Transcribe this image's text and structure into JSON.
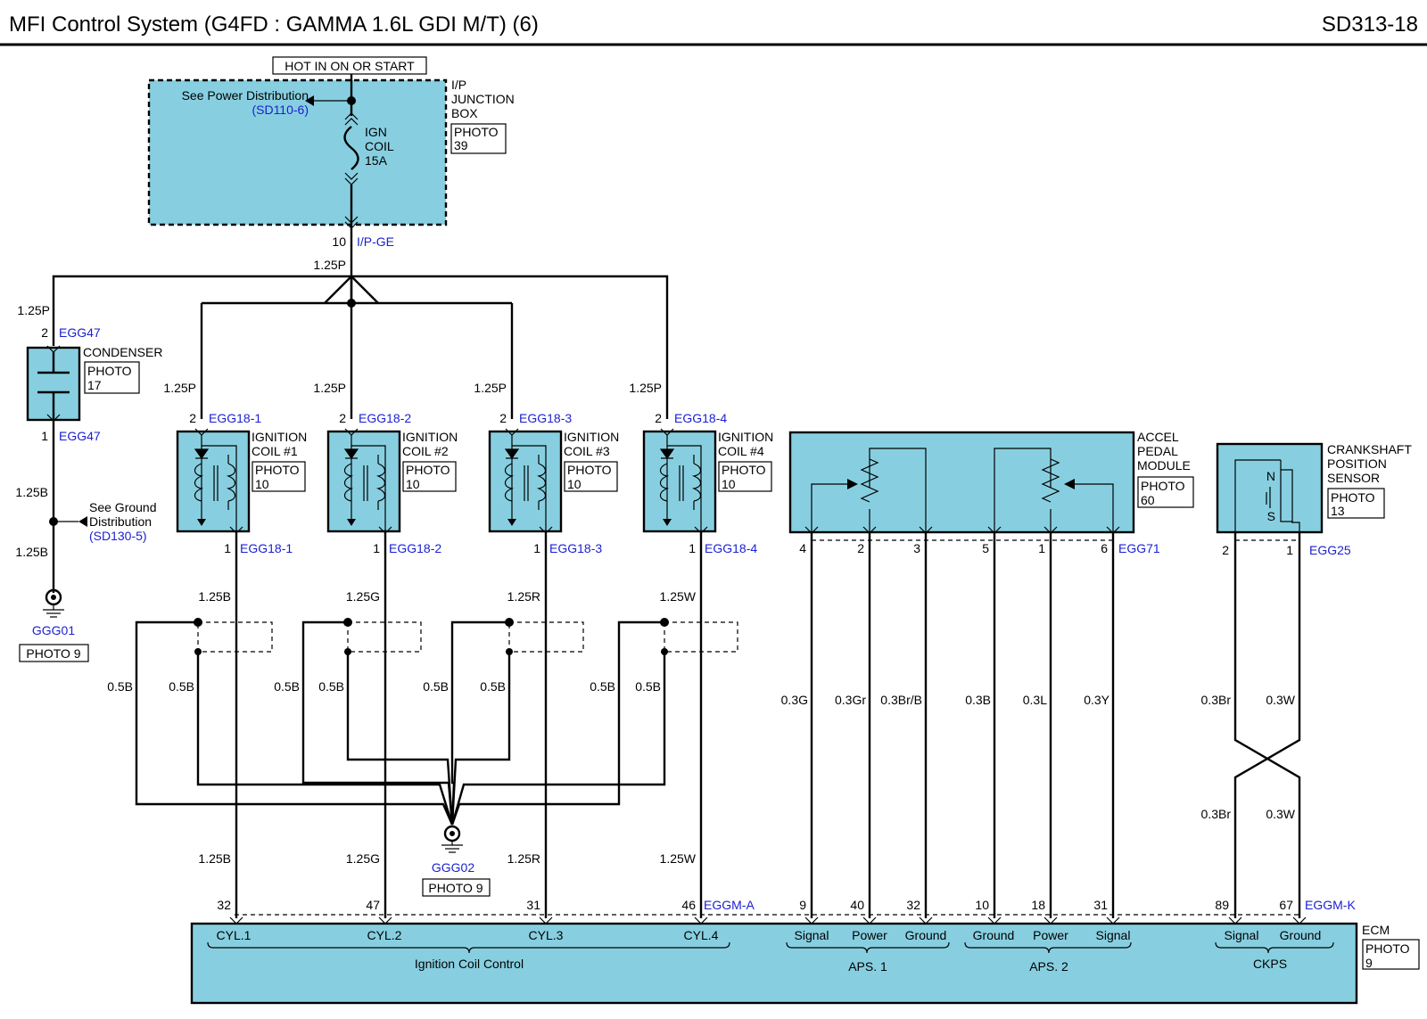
{
  "title": "MFI Control System (G4FD : GAMMA 1.6L GDI M/T) (6)",
  "code": "SD313-18",
  "power": {
    "hot_label": "HOT IN ON OR START",
    "see_power": "See Power Distribution",
    "see_power_ref": "(SD110-6)",
    "fuse": [
      "IGN",
      "COIL",
      "15A"
    ],
    "box_name": [
      "I/P",
      "JUNCTION",
      "BOX"
    ],
    "box_photo": [
      "PHOTO",
      "39"
    ],
    "pin": "10",
    "connector": "I/P-GE",
    "wire": "1.25P"
  },
  "condenser": {
    "wire_top": "1.25P",
    "pin_top": "2",
    "conn_top": "EGG47",
    "name": "CONDENSER",
    "photo": [
      "PHOTO",
      "17"
    ],
    "pin_bottom": "1",
    "conn_bottom": "EGG47",
    "wire_mid": "1.25B",
    "see_ground": [
      "See Ground",
      "Distribution"
    ],
    "see_ground_ref": "(SD130-5)",
    "wire_low": "1.25B",
    "ground": "GGG01",
    "ground_photo": "PHOTO 9"
  },
  "coils": [
    {
      "wire_in": "1.25P",
      "pin_in": "2",
      "conn": "EGG18-1",
      "name": [
        "IGNITION",
        "COIL #1"
      ],
      "photo": [
        "PHOTO",
        "10"
      ],
      "pin_out": "1",
      "wire_out": "1.25B",
      "gnd_left": "0.5B",
      "gnd_right": "0.5B",
      "ecm_pin": "32"
    },
    {
      "wire_in": "1.25P",
      "pin_in": "2",
      "conn": "EGG18-2",
      "name": [
        "IGNITION",
        "COIL #2"
      ],
      "photo": [
        "PHOTO",
        "10"
      ],
      "pin_out": "1",
      "wire_out": "1.25G",
      "gnd_left": "0.5B",
      "gnd_right": "0.5B",
      "ecm_pin": "47"
    },
    {
      "wire_in": "1.25P",
      "pin_in": "2",
      "conn": "EGG18-3",
      "name": [
        "IGNITION",
        "COIL #3"
      ],
      "photo": [
        "PHOTO",
        "10"
      ],
      "pin_out": "1",
      "wire_out": "1.25R",
      "gnd_left": "0.5B",
      "gnd_right": "0.5B",
      "ecm_pin": "31"
    },
    {
      "wire_in": "1.25P",
      "pin_in": "2",
      "conn": "EGG18-4",
      "name": [
        "IGNITION",
        "COIL #4"
      ],
      "photo": [
        "PHOTO",
        "10"
      ],
      "pin_out": "1",
      "wire_out": "1.25W",
      "gnd_left": "0.5B",
      "gnd_right": "0.5B",
      "ecm_pin": "46"
    }
  ],
  "coil_ground": {
    "name": "GGG02",
    "photo": "PHOTO 9"
  },
  "ecm_conn_a": "EGGM-A",
  "accel": {
    "name": [
      "ACCEL",
      "PEDAL",
      "MODULE"
    ],
    "photo": [
      "PHOTO",
      "60"
    ],
    "conn": "EGG71",
    "pins": [
      "4",
      "2",
      "3",
      "5",
      "1",
      "6"
    ],
    "wires": [
      "0.3G",
      "0.3Gr",
      "0.3Br/B",
      "0.3B",
      "0.3L",
      "0.3Y"
    ],
    "ecm_pins": [
      "9",
      "40",
      "32",
      "10",
      "18",
      "31"
    ]
  },
  "ckps": {
    "name": [
      "CRANKSHAFT",
      "POSITION",
      "SENSOR"
    ],
    "photo": [
      "PHOTO",
      "13"
    ],
    "conn": "EGG25",
    "pins": [
      "2",
      "1"
    ],
    "wires_top": [
      "0.3Br",
      "0.3W"
    ],
    "wires_bottom": [
      "0.3Br",
      "0.3W"
    ],
    "ecm_pins": [
      "89",
      "67"
    ],
    "n": "N",
    "s": "S"
  },
  "ecm_conn_k": "EGGM-K",
  "ecm": {
    "name": "ECM",
    "photo": [
      "PHOTO",
      "9"
    ],
    "labels": [
      "CYL.1",
      "CYL.2",
      "CYL.3",
      "CYL.4",
      "Signal",
      "Power",
      "Ground",
      "Ground",
      "Power",
      "Signal",
      "Signal",
      "Ground"
    ],
    "groups": [
      "Ignition Coil Control",
      "APS. 1",
      "APS. 2",
      "CKPS"
    ]
  }
}
